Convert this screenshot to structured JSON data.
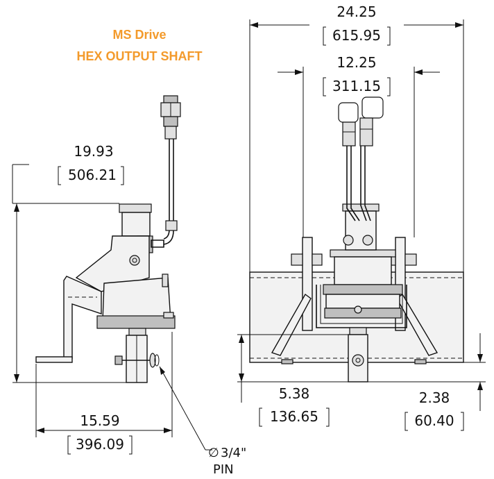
{
  "title": {
    "line1": "MS Drive",
    "line2": "HEX OUTPUT SHAFT",
    "color": "#f39a2b"
  },
  "dimensions": {
    "overall_width": {
      "in": "24.25",
      "mm": "615.95"
    },
    "mount_width": {
      "in": "12.25",
      "mm": "311.15"
    },
    "height": {
      "in": "19.93",
      "mm": "506.21"
    },
    "depth": {
      "in": "15.59",
      "mm": "396.09"
    },
    "shaft_length": {
      "in": "5.38",
      "mm": "136.65"
    },
    "ground_offset": {
      "in": "2.38",
      "mm": "60.40"
    }
  },
  "pin": {
    "diameter_symbol": "∅",
    "size": "3/4\"",
    "label": "PIN"
  }
}
